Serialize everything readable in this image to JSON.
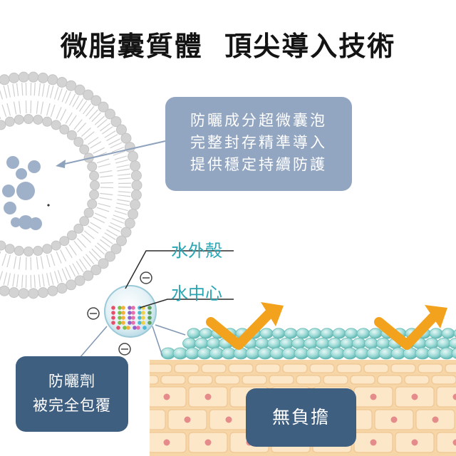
{
  "title": "微脂囊質體  頂尖導入技術",
  "callouts": {
    "encapsulation": [
      "防曬成分超微囊泡",
      "完整封存精準導入",
      "提供穩定持續防護"
    ],
    "covered": [
      "防曬劑",
      "被完全包覆"
    ],
    "no_burden": "無負擔"
  },
  "labels": {
    "outer_shell": "水外殼",
    "inner_core": "水中心"
  },
  "colors": {
    "title": "#141414",
    "callout_light": "#93a6c1",
    "callout_dark": "#3f5f80",
    "label_teal": "#2aa5b3",
    "arrow_orange": "#f2a21c",
    "skin_tissue": "#f6d5a7",
    "skin_cell_nucleus": "#e58b8b",
    "surface_spheres": "#8fd3d0"
  },
  "icons": [
    "negative-charge-icon",
    "check-arrow-icon"
  ]
}
